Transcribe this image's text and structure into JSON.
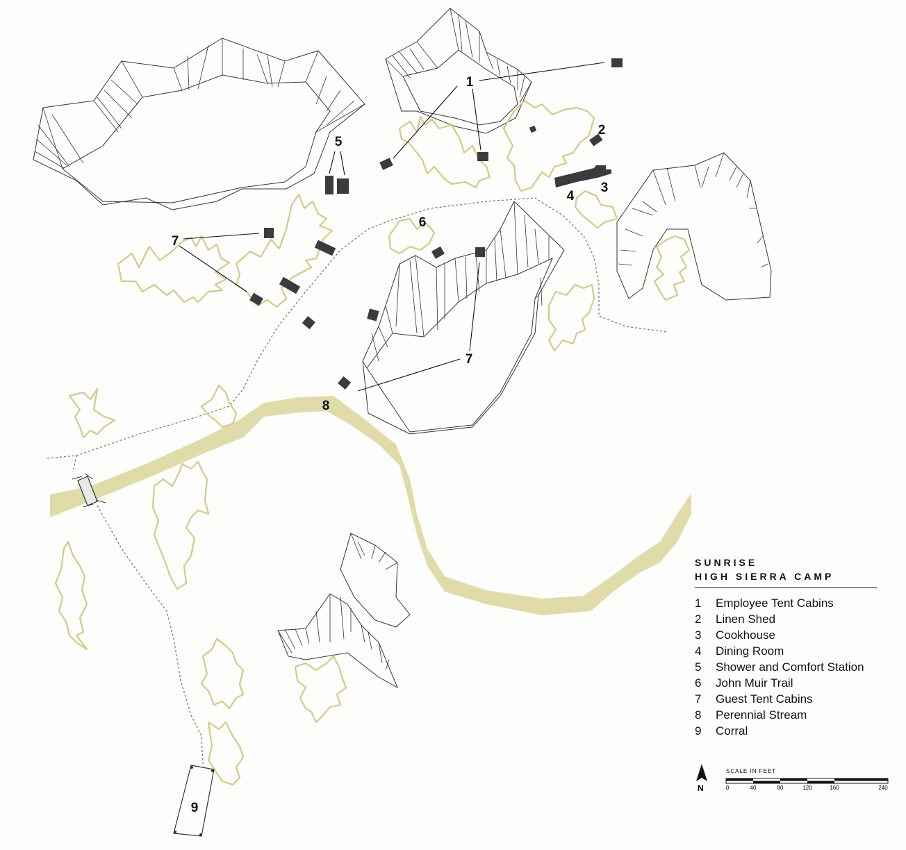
{
  "map": {
    "colors": {
      "vegetation": "#d4c98a",
      "stream": "#e0dcaa",
      "building": "#3b3b3d",
      "rock": "#333333",
      "trail": "#777777"
    },
    "labels": {
      "l1": "1",
      "l2": "2",
      "l3": "3",
      "l4": "4",
      "l5": "5",
      "l6": "6",
      "l7a": "7",
      "l7b": "7",
      "l8": "8",
      "l9": "9"
    }
  },
  "legend": {
    "title_line1": "SUNRISE",
    "title_line2": "HIGH SIERRA CAMP",
    "items": [
      {
        "num": "1",
        "label": "Employee Tent Cabins"
      },
      {
        "num": "2",
        "label": "Linen Shed"
      },
      {
        "num": "3",
        "label": "Cookhouse"
      },
      {
        "num": "4",
        "label": "Dining Room"
      },
      {
        "num": "5",
        "label": "Shower and Comfort Station"
      },
      {
        "num": "6",
        "label": "John Muir Trail"
      },
      {
        "num": "7",
        "label": "Guest Tent Cabins"
      },
      {
        "num": "8",
        "label": "Perennial Stream"
      },
      {
        "num": "9",
        "label": "Corral"
      }
    ]
  },
  "scale": {
    "label": "SCALE IN FEET",
    "ticks": [
      "0",
      "40",
      "80",
      "120",
      "160",
      "240"
    ],
    "north_label": "N"
  }
}
